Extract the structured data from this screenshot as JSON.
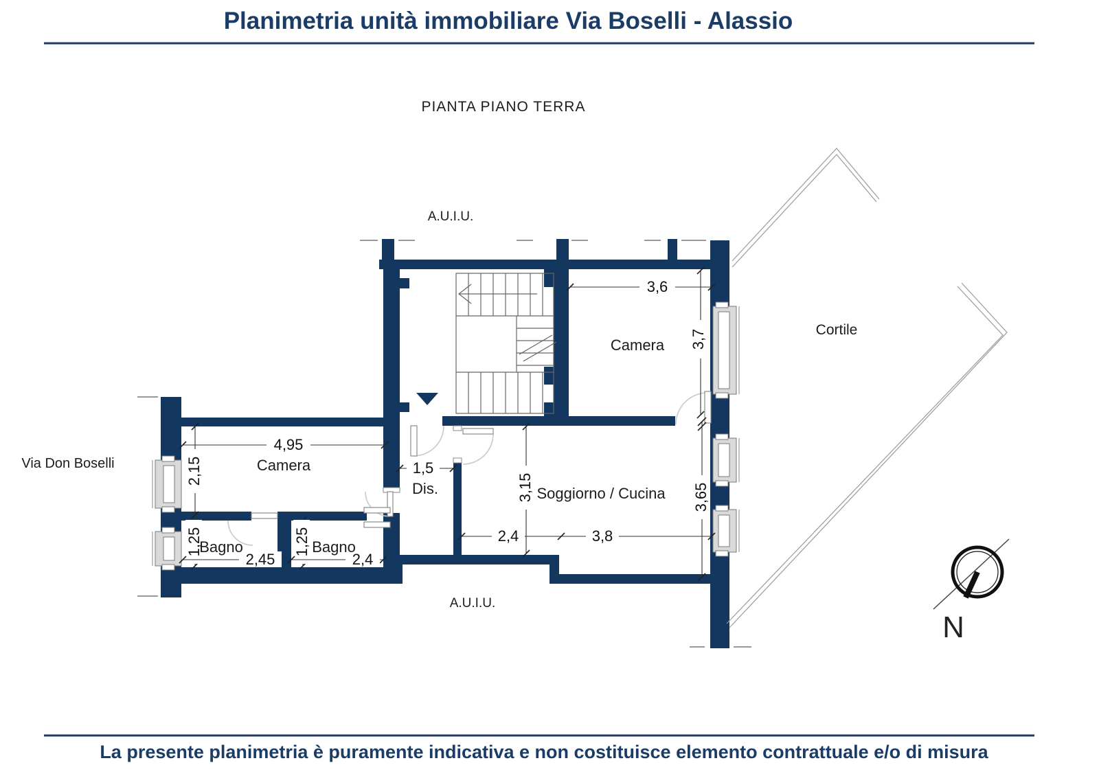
{
  "header": {
    "title": "Planimetria unità immobiliare Via Boselli - Alassio"
  },
  "plan": {
    "subtitle": "PIANTA PIANO TERRA",
    "auiu_top": "A.U.I.U.",
    "auiu_bottom": "A.U.I.U.",
    "street": "Via Don Boselli",
    "courtyard": "Cortile",
    "compass_north": "N",
    "rooms": {
      "camera_nord": "Camera",
      "camera_ovest": "Camera",
      "bagno_ovest": "Bagno",
      "bagno_est": "Bagno",
      "disimpegno": "Dis.",
      "soggiorno": "Soggiorno / Cucina"
    },
    "dims": {
      "camera_nord_w": "3,6",
      "camera_nord_h": "3,7",
      "camera_ovest_w": "4,95",
      "camera_ovest_h": "2,15",
      "disimpegno_w": "1,5",
      "soggiorno_h": "3,15",
      "soggiorno_h_dx": "3,65",
      "bagno_ovest_h": "1,25",
      "bagno_est_h": "1,25",
      "bagno_ovest_w": "2,45",
      "bagno_est_w": "2,4",
      "soggiorno_w1": "2,4",
      "soggiorno_w2": "3,8"
    }
  },
  "footer": {
    "disclaimer": "La presente planimetria è puramente indicativa e non costituisce elemento contrattuale e/o di misura"
  },
  "colors": {
    "wall": "#14375f",
    "navy-text": "#1a3c66",
    "rule": "#1e3a5f",
    "window": "#d9d9d9",
    "dim": "#333333"
  }
}
